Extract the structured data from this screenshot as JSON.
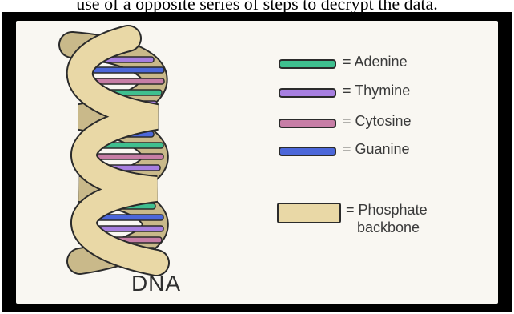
{
  "caption": "use of a opposite series of steps to decrypt the data.",
  "diagram_label": "DNA",
  "legend": [
    {
      "text": "= Adenine",
      "color": "#3fbf8f"
    },
    {
      "text": "= Thymine",
      "color": "#a77fe0"
    },
    {
      "text": "= Cytosine",
      "color": "#c77ea6"
    },
    {
      "text": "= Guanine",
      "color": "#4c67d9"
    }
  ],
  "backbone": {
    "line1": "= Phosphate",
    "line2": "backbone",
    "color": "#e9d8a6"
  }
}
